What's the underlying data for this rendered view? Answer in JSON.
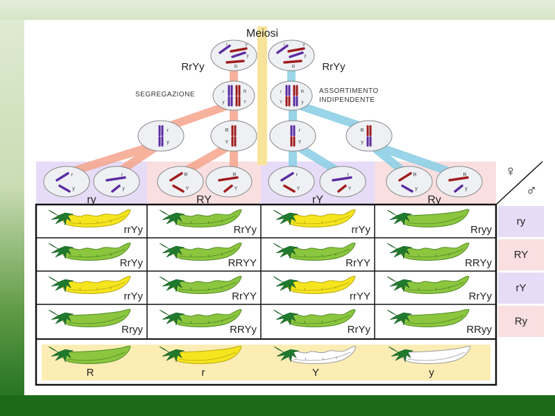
{
  "title": "Meiosi",
  "parent_genotypes": [
    "RrYy",
    "RrYy"
  ],
  "process_labels": {
    "left": "SEGREGAZIONE",
    "right_line1": "ASSORTIMENTO",
    "right_line2": "INDIPENDENTE"
  },
  "gametes": {
    "female_symbol": "♀",
    "male_symbol": "♂",
    "columns": [
      "ry",
      "RY",
      "rY",
      "Ry"
    ],
    "rows": [
      "ry",
      "RY",
      "rY",
      "Ry"
    ]
  },
  "allele_labels": {
    "top_cells": [
      [
        "r",
        "Y",
        "y",
        "R"
      ],
      [
        "r",
        "Y",
        "y",
        "R"
      ]
    ],
    "mid_cells": [
      [
        "r",
        "R",
        "y",
        "Y"
      ],
      [
        "r",
        "R",
        "Y",
        "y"
      ]
    ],
    "second_division": [
      {
        "top": "r",
        "bottom": "y"
      },
      {
        "top": "R",
        "bottom": "Y"
      },
      {
        "top": "r",
        "bottom": "Y"
      },
      {
        "top": "R",
        "bottom": "y"
      }
    ]
  },
  "punnett": [
    [
      {
        "genotype": "rrYy",
        "color": "yellow"
      },
      {
        "genotype": "RrYy",
        "color": "green"
      },
      {
        "genotype": "rrYy",
        "color": "yellow"
      },
      {
        "genotype": "Rryy",
        "color": "green"
      }
    ],
    [
      {
        "genotype": "RrYy",
        "color": "green"
      },
      {
        "genotype": "RRYY",
        "color": "green"
      },
      {
        "genotype": "RrYY",
        "color": "green"
      },
      {
        "genotype": "RRYy",
        "color": "green"
      }
    ],
    [
      {
        "genotype": "rrYy",
        "color": "yellow"
      },
      {
        "genotype": "RrYY",
        "color": "green"
      },
      {
        "genotype": "rrYY",
        "color": "yellow"
      },
      {
        "genotype": "RrYy",
        "color": "green"
      }
    ],
    [
      {
        "genotype": "Rryy",
        "color": "green"
      },
      {
        "genotype": "RRYy",
        "color": "green"
      },
      {
        "genotype": "RrYy",
        "color": "green"
      },
      {
        "genotype": "RRyy",
        "color": "green"
      }
    ]
  ],
  "legend": [
    {
      "label": "R",
      "color": "green",
      "shape": "smooth"
    },
    {
      "label": "r",
      "color": "yellow",
      "shape": "smooth"
    },
    {
      "label": "Y",
      "color": "white",
      "shape": "constricted"
    },
    {
      "label": "y",
      "color": "white",
      "shape": "smooth"
    }
  ],
  "colors": {
    "green_pod": "#8cc63f",
    "yellow_pod": "#f5e51f",
    "white_pod": "#ffffff",
    "stem": "#1f7a2e",
    "purple_chrom": "#5b2ca0",
    "red_chrom": "#a01c1c",
    "salmon_path": "#f5a58c",
    "blue_path": "#8fd0e6",
    "yellow_path": "#f8e39a",
    "lavender_bg": "#e6dcf7",
    "pink_bg": "#f9dfdf",
    "legend_bg": "#fcedb5"
  }
}
